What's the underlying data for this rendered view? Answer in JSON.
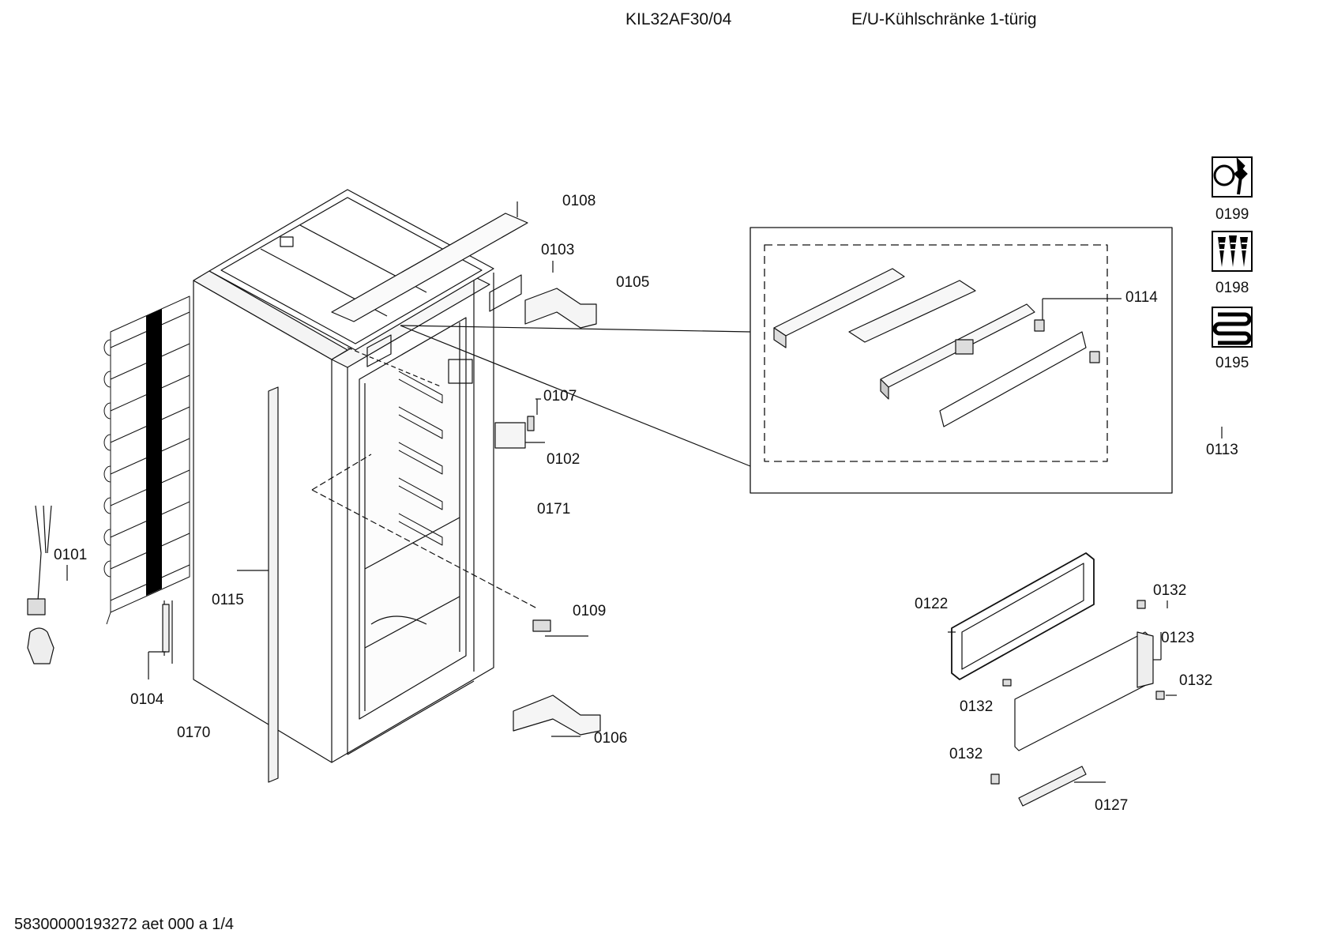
{
  "header": {
    "model": "KIL32AF30/04",
    "title": "E/U-Kühlschränke 1-türig"
  },
  "footer": {
    "doc_ref": "58300000193272 aet 000 a 1/4"
  },
  "icons": [
    {
      "name": "tools-icon",
      "label": "0199"
    },
    {
      "name": "screws-icon",
      "label": "0198"
    },
    {
      "name": "coil-icon",
      "label": "0195"
    }
  ],
  "parts": {
    "p0108": "0108",
    "p0103": "0103",
    "p0105": "0105",
    "p0107": "0107",
    "p0102": "0102",
    "p0171": "0171",
    "p0101": "0101",
    "p0115": "0115",
    "p0109": "0109",
    "p0104": "0104",
    "p0170": "0170",
    "p0106": "0106",
    "p0114": "0114",
    "p0113": "0113",
    "p0122": "0122",
    "p0132a": "0132",
    "p0123": "0123",
    "p0132b": "0132",
    "p0132c": "0132",
    "p0132d": "0132",
    "p0127": "0127"
  }
}
